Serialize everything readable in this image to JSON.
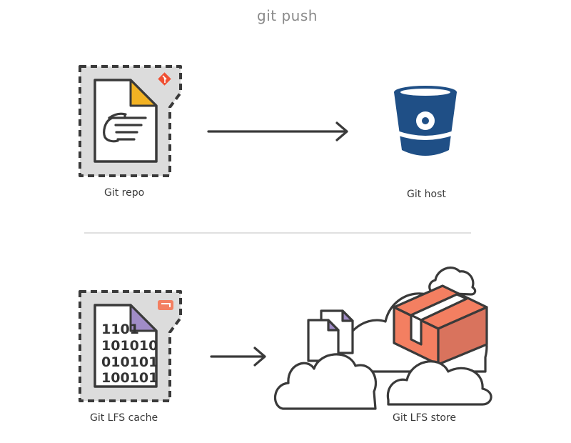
{
  "diagram": {
    "title": "git push",
    "top_row": {
      "source_label": "Git repo",
      "target_label": "Git host",
      "source_badge_icon": "git-logo-icon",
      "target_icon": "bitbucket-icon"
    },
    "bottom_row": {
      "source_label": "Git LFS cache",
      "target_label": "Git LFS store",
      "source_badge_icon": "git-lfs-logo-icon",
      "target_icon": "cloud-storage-icon",
      "binary_lines": [
        "1101",
        "101010",
        "010101",
        "100101"
      ]
    },
    "colors": {
      "stroke": "#3a3a3a",
      "dashed_bg": "#dcdcdc",
      "git_orange": "#f05033",
      "file_corner_yellow": "#f2b223",
      "file_corner_purple": "#a08cc7",
      "bitbucket_blue": "#1f4f86",
      "box_orange": "#f37f61",
      "box_dark_orange": "#d9735d",
      "divider": "#d6d6d6"
    }
  }
}
